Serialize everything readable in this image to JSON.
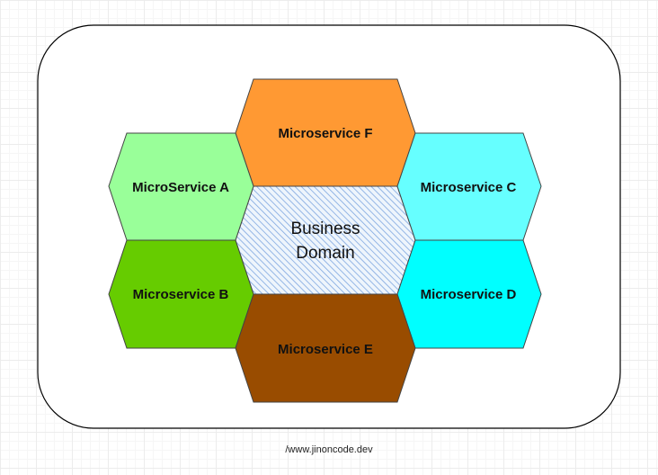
{
  "diagram": {
    "hexagons": {
      "f": {
        "label": "Microservice F",
        "color": "#FF9933"
      },
      "a": {
        "label": "MicroService A",
        "color": "#99FF99"
      },
      "c": {
        "label": "Microservice C",
        "color": "#66FFFF"
      },
      "b": {
        "label": "Microservice B",
        "color": "#66CC00"
      },
      "d": {
        "label": "Microservice D",
        "color": "#00FFFF"
      },
      "e": {
        "label": "Microservice E",
        "color": "#994C00"
      }
    },
    "center": {
      "line1": "Business",
      "line2": "Domain",
      "fill": "#CCE5FF",
      "hatch": "#7EA6E0"
    }
  },
  "footer": {
    "text": "/www.jinoncode.dev"
  }
}
